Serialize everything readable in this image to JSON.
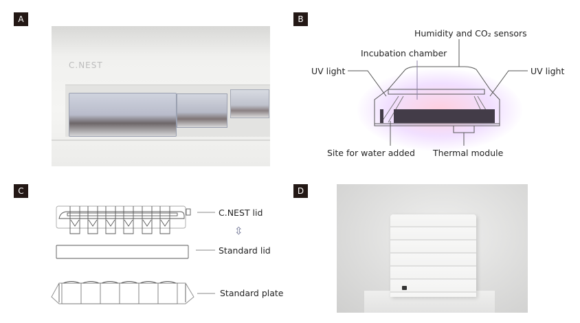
{
  "panels": {
    "a": {
      "label": "A",
      "photo_brand": "C.NEST"
    },
    "b": {
      "label": "B",
      "callouts": {
        "sensors": "Humidity and CO₂ sensors",
        "chamber": "Incubation chamber",
        "uv_left": "UV light",
        "uv_right": "UV light",
        "water": "Site for water added",
        "thermal": "Thermal module"
      }
    },
    "c": {
      "label": "C",
      "callouts": {
        "cnest_lid": "C.NEST lid",
        "standard_lid": "Standard lid",
        "standard_plate": "Standard plate"
      },
      "swap_symbol": "⇳"
    },
    "d": {
      "label": "D"
    }
  }
}
